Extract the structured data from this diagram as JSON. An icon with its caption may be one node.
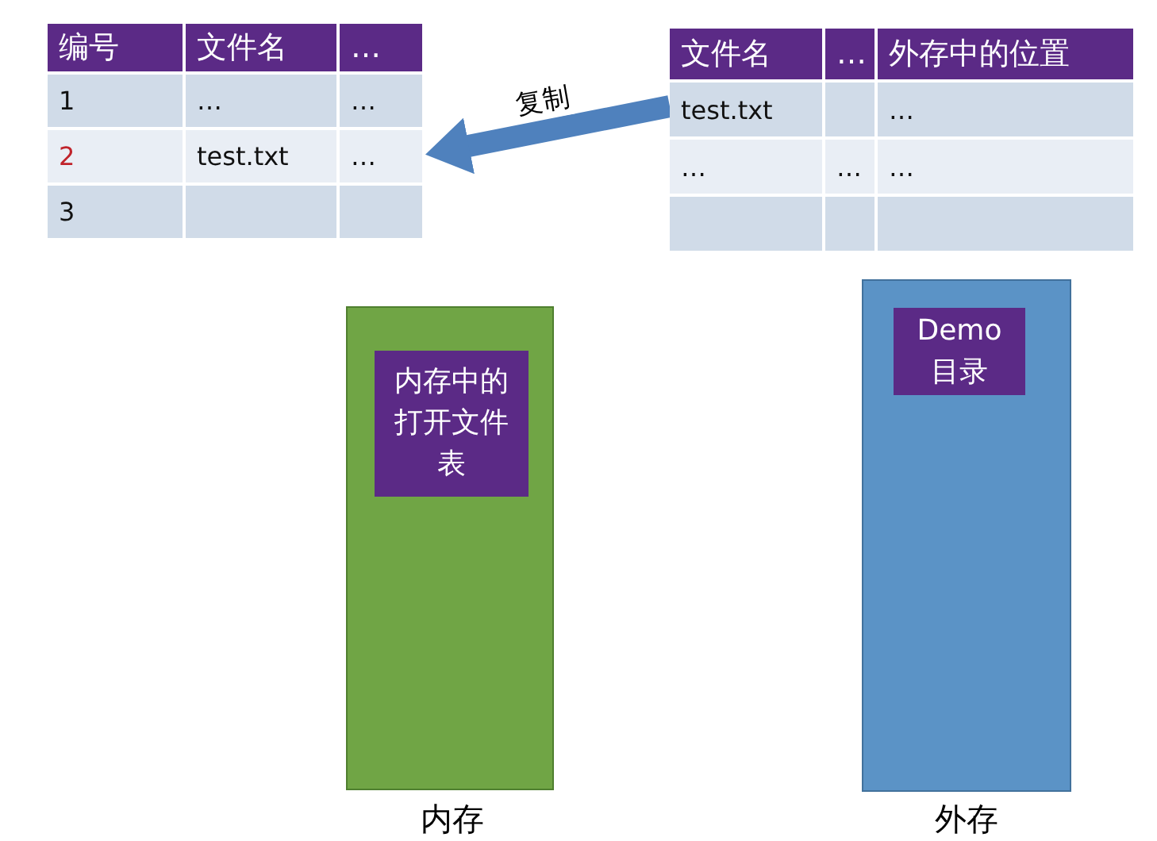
{
  "diagram": {
    "nodes": [
      {
        "text": [
          "编号",
          "文件名",
          "…",
          "1",
          "…",
          "…",
          "2",
          "test.txt",
          "…",
          "3"
        ]
      },
      {
        "text": [
          "文件名",
          "…",
          "外存中的位置",
          "test.txt",
          "…",
          "…",
          "…",
          "…"
        ]
      },
      {
        "text": [],
        "shape": "box",
        "beside": [
          "内存"
        ]
      },
      {
        "text": [
          "内存中的打开文件表"
        ],
        "in": 2
      },
      {
        "text": [],
        "shape": "box",
        "beside": [
          "外存"
        ]
      },
      {
        "text": [
          "Demo 目录"
        ],
        "in": 4
      }
    ],
    "edges": [
      {
        "from": 1,
        "to": 0,
        "arrow": "to",
        "label": "复制",
        "color": "#4f81bd"
      }
    ]
  }
}
